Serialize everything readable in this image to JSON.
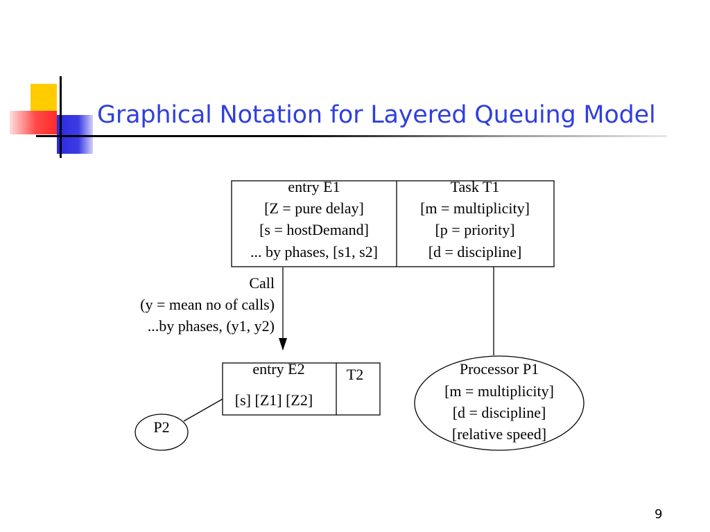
{
  "slide": {
    "title": "Graphical Notation for Layered Queuing Model",
    "page_number": "9",
    "colors": {
      "title": "#2f3fe0",
      "logo_yellow": "#ffcc00",
      "logo_red": "#ff3b3b",
      "logo_blue": "#2a2ae0"
    }
  },
  "diagram": {
    "task_t1": {
      "entry_label": "entry E1",
      "entry_lines": [
        "[Z = pure delay]",
        "[s = hostDemand]",
        "... by phases, [s1, s2]"
      ],
      "task_label": "Task T1",
      "task_lines": [
        "[m = multiplicity]",
        "[p = priority]",
        "[d = discipline]"
      ]
    },
    "call": {
      "lines": [
        "Call",
        "(y = mean no of calls)",
        "...by phases, (y1, y2)"
      ]
    },
    "task_t2": {
      "entry_label": "entry E2",
      "entry_params": "[s] [Z1] [Z2]",
      "task_label": "T2"
    },
    "processor_p1": {
      "lines": [
        "Processor P1",
        "[m = multiplicity]",
        "[d = discipline]",
        "[relative speed]"
      ]
    },
    "processor_p2": {
      "label": "P2"
    }
  }
}
